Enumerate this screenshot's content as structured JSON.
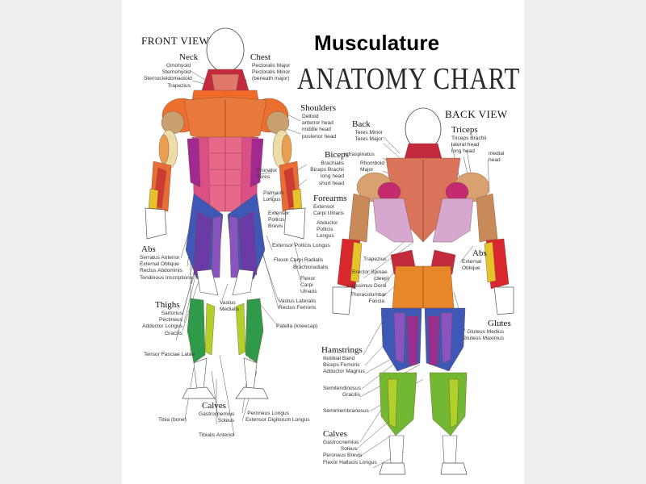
{
  "title": {
    "line1": "Musculature",
    "line2": "ANATOMY CHART"
  },
  "front": {
    "heading": "FRONT VIEW",
    "neck": {
      "title": "Neck",
      "items": [
        "Omohyoid",
        "Sternohyoid",
        "Sternocleidomastoid",
        "Trapezius"
      ]
    },
    "chest": {
      "title": "Chest",
      "items": [
        "Pectoralis Major",
        "Pectoralis Minor",
        "(beneath major)"
      ]
    },
    "shoulders": {
      "title": "Shoulders",
      "items": [
        "Deltoid",
        "anterior head",
        "middle head",
        "posterior head"
      ]
    },
    "biceps": {
      "title": "Biceps",
      "items": [
        "Brachialis",
        "Biceps Brachii",
        "long head",
        "short head"
      ]
    },
    "pronator": [
      "Pronator",
      "Teres"
    ],
    "palmaris": [
      "Palmaris",
      "Longus"
    ],
    "forearms": {
      "title": "Forearms",
      "items": [
        "Extensor",
        "Carpi Ulnaris"
      ]
    },
    "ext_pollicis_brevis": [
      "Extensor",
      "Pollicis",
      "Brevis"
    ],
    "abductor_pollicis": [
      "Abductor",
      "Pollicis",
      "Longus"
    ],
    "ext_pollicis_longus": "Extensor Pollicis Longus",
    "flexor_carpi_radialis": "Flexor Carpi Radialis",
    "brachioradialis": "Brachioradialis",
    "flexor_carpi_ulnaris": [
      "Flexor",
      "Carpi",
      "Ulnaris"
    ],
    "abs": {
      "title": "Abs",
      "items": [
        "Serratus Anterior",
        "External Oblique",
        "Rectus Abdominis",
        "Tendinous Inscriptions"
      ]
    },
    "thighs": {
      "title": "Thighs",
      "items": [
        "Sartorius",
        "Pectineus",
        "Adductor Longus",
        "Gracilis"
      ]
    },
    "tensor": "Tensor Fasciae Latae",
    "vastus_medialis": [
      "Vastus",
      "Medialis"
    ],
    "vastus_lat": [
      "Vastus Lateralis",
      "Rectus Femoris"
    ],
    "patella": "Patella (kneecap)",
    "calves": {
      "title": "Calves",
      "items": [
        "Gastrocnemius",
        "Soleus"
      ]
    },
    "tibia": "Tibia (bone)",
    "tibialis": "Tibialis Anterior",
    "peroneus": [
      "Peroneus Longus",
      "Extensor Digitorum Longus"
    ]
  },
  "back": {
    "heading": "BACK VIEW",
    "back": {
      "title": "Back",
      "items": [
        "Teres Minor",
        "Teres Major"
      ]
    },
    "infraspinatus": "Infraspinatus",
    "rhomboid": [
      "Rhomboid",
      "Major"
    ],
    "triceps": {
      "title": "Triceps",
      "items": [
        "Triceps Brachii",
        "lateral head",
        "long head"
      ]
    },
    "medial": [
      "medial",
      "head"
    ],
    "trapezius": "Trapezius",
    "erector": [
      "Erector Spinae",
      "(deep)"
    ],
    "latissimus": "Latissimus Dorsi",
    "thoracolumbar": [
      "Thoracolumbar",
      "Fascia"
    ],
    "abs": {
      "title": "Abs",
      "items": [
        "External",
        "Oblique"
      ]
    },
    "glutes": {
      "title": "Glutes",
      "items": [
        "Gluteus Medius",
        "Gluteus Maximus"
      ]
    },
    "hamstrings": {
      "title": "Hamstrings",
      "items": [
        "Iliotibial Band",
        "Biceps Femoris",
        "Adductor Magnus"
      ]
    },
    "semitendinosus": [
      "Semitendinosus",
      "Gracilis"
    ],
    "semimembranosus": "Semimembranosus",
    "calves": {
      "title": "Calves",
      "items": [
        "Gastrocnemius",
        "Soleus",
        "Peroneus Brevis",
        "Flexor Hallucis Longus"
      ]
    }
  }
}
